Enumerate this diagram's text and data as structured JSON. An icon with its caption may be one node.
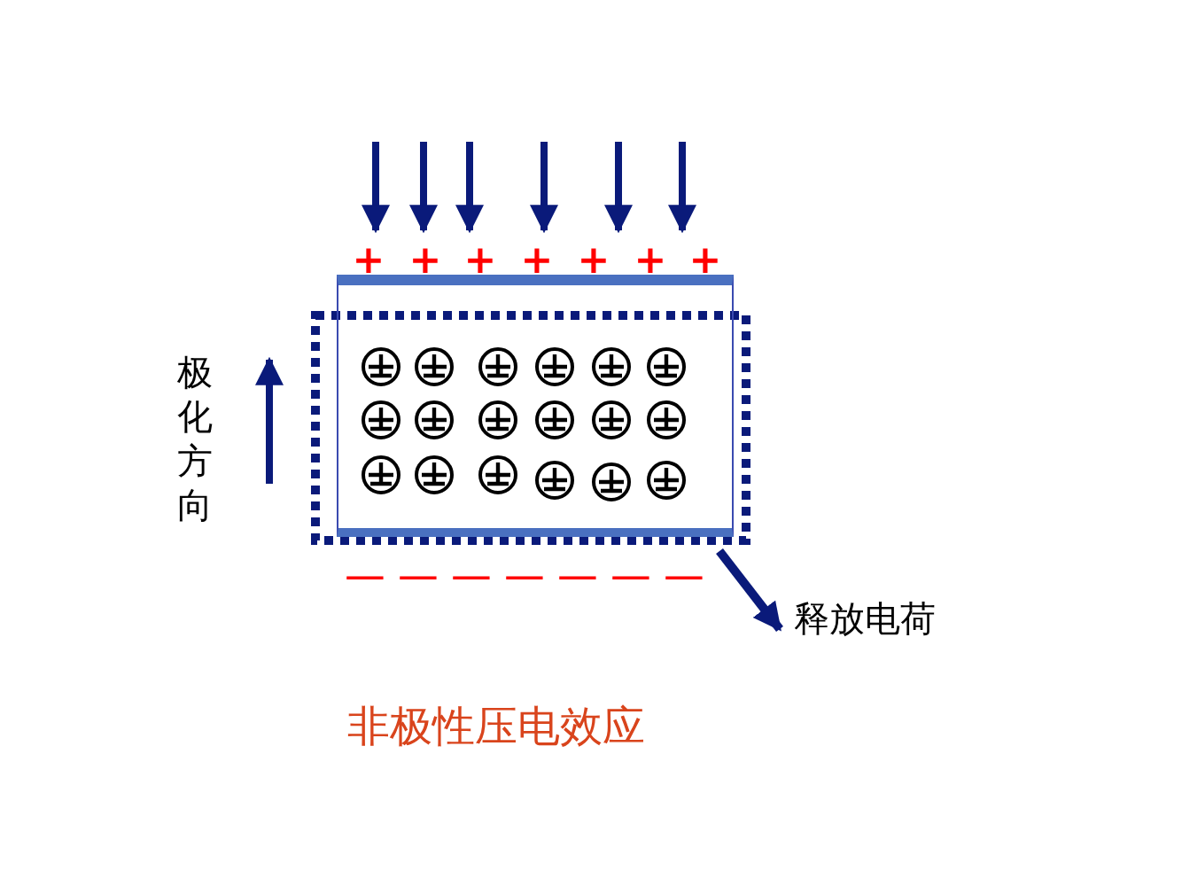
{
  "diagram": {
    "caption": "非极性压电效应",
    "nodes": [
      {
        "text": [],
        "shape": "box"
      },
      {
        "text": [
          "释放电荷"
        ]
      }
    ],
    "edges": [
      {
        "from": 0,
        "to": 1,
        "arrow": "to"
      }
    ],
    "labels": [
      "+",
      "+",
      "+",
      "+",
      "+",
      "+",
      "+",
      "−",
      "−",
      "−",
      "−",
      "−",
      "−",
      "−",
      "极化方向"
    ]
  }
}
